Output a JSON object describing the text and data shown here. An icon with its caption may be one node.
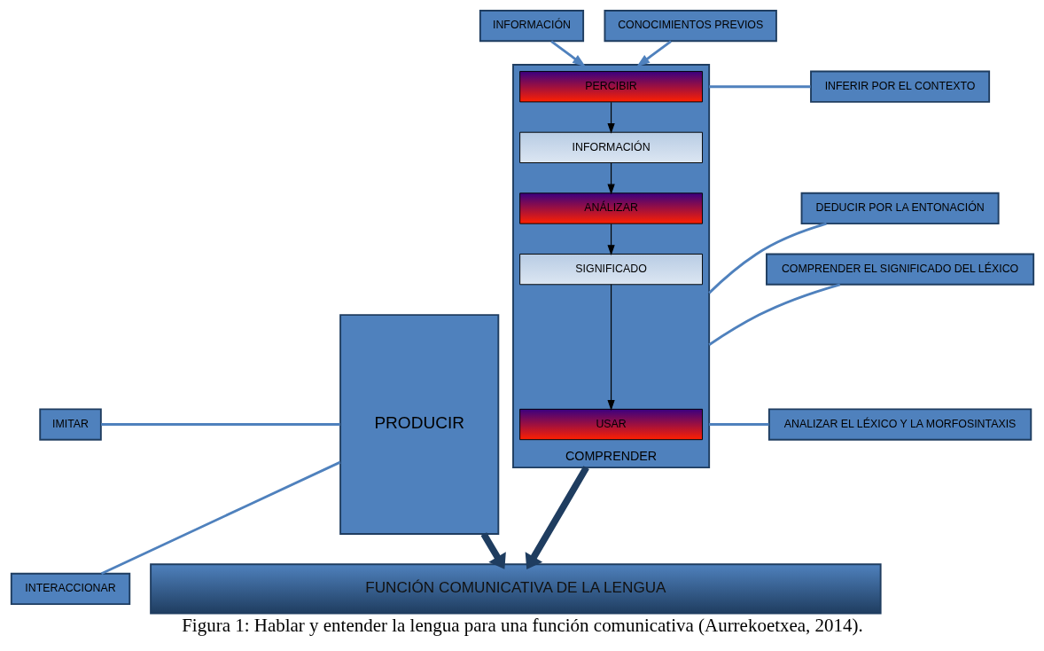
{
  "diagram": {
    "caption": "Figura 1: Hablar y entender la lengua para una función comunicativa (Aurrekoetxea, 2014).",
    "nodes": [
      {
        "text": [
          "IMITAR"
        ]
      },
      {
        "text": [
          "INTERACCIONAR"
        ]
      },
      {
        "text": [
          "PRODUCIR"
        ]
      },
      {
        "text": [
          "INFORMACIÓN"
        ]
      },
      {
        "text": [
          "CONOCIMIENTOS PREVIOS"
        ]
      },
      {
        "text": [
          "COMPRENDER"
        ]
      },
      {
        "text": [
          "PERCIBIR"
        ],
        "in": 5
      },
      {
        "text": [
          "INFORMACIÓN"
        ],
        "in": 5
      },
      {
        "text": [
          "ANÁLIZAR"
        ],
        "in": 5
      },
      {
        "text": [
          "SIGNIFICADO"
        ],
        "in": 5
      },
      {
        "text": [
          "USAR"
        ],
        "in": 5
      },
      {
        "text": [
          "INFERIR POR EL CONTEXTO"
        ]
      },
      {
        "text": [
          "DEDUCIR POR LA ENTONACIÓN"
        ]
      },
      {
        "text": [
          "COMPRENDER EL SIGNIFICADO DEL LÉXICO"
        ]
      },
      {
        "text": [
          "ANALIZAR EL LÉXICO Y LA MORFOSINTAXIS"
        ]
      },
      {
        "text": [
          "FUNCIÓN COMUNICATIVA DE LA LENGUA"
        ]
      }
    ],
    "edges": [
      {
        "from": 0,
        "to": 2,
        "arrow": "none"
      },
      {
        "from": 1,
        "to": 2,
        "arrow": "none"
      },
      {
        "from": 3,
        "to": 5,
        "arrow": "to"
      },
      {
        "from": 4,
        "to": 5,
        "arrow": "to"
      },
      {
        "from": 6,
        "to": 7,
        "arrow": "to",
        "color": "#000000"
      },
      {
        "from": 7,
        "to": 8,
        "arrow": "to",
        "color": "#000000"
      },
      {
        "from": 8,
        "to": 9,
        "arrow": "to",
        "color": "#000000"
      },
      {
        "from": 9,
        "to": 10,
        "arrow": "to",
        "color": "#000000"
      },
      {
        "from": 5,
        "to": 11,
        "arrow": "none"
      },
      {
        "from": 5,
        "to": 12,
        "arrow": "none"
      },
      {
        "from": 5,
        "to": 13,
        "arrow": "none"
      },
      {
        "from": 5,
        "to": 14,
        "arrow": "none"
      },
      {
        "from": 2,
        "to": 15,
        "arrow": "to",
        "style": "thick",
        "color": "#1f3d60"
      },
      {
        "from": 5,
        "to": 15,
        "arrow": "to",
        "style": "thick",
        "color": "#1f3d60"
      }
    ]
  }
}
